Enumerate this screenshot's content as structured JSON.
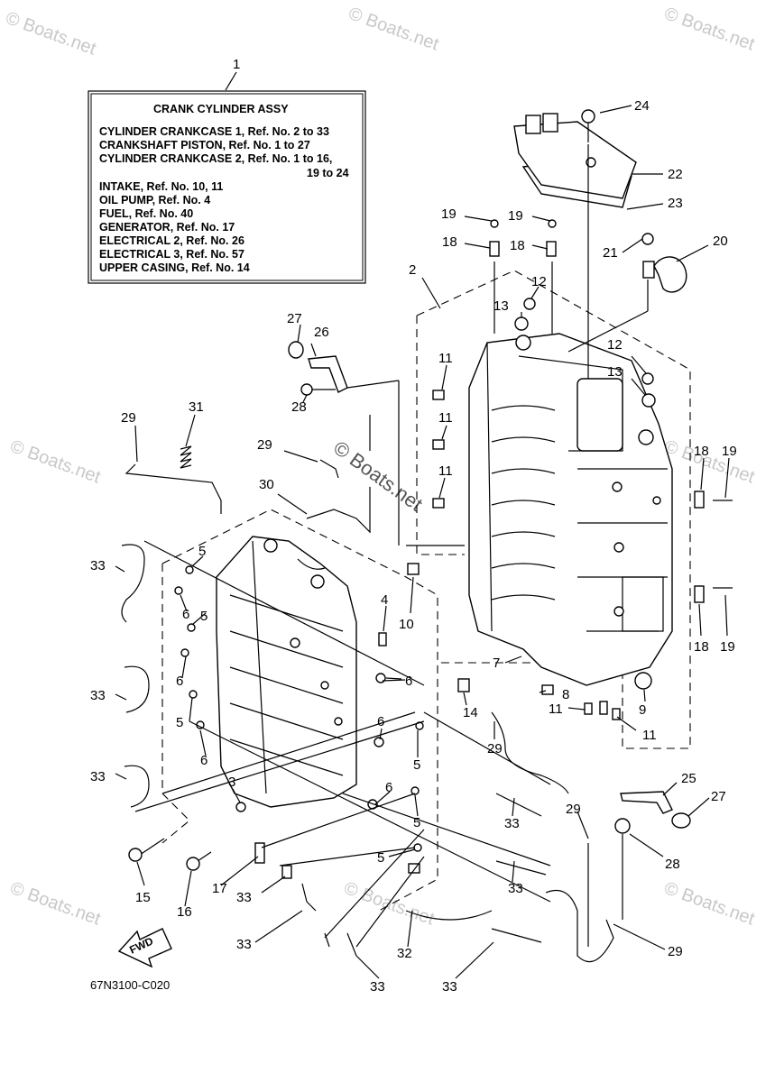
{
  "diagram_code": "67N3100-C020",
  "watermark": "© Boats.net",
  "title_box": {
    "ref_no": "1",
    "title": "CRANK CYLINDER ASSY",
    "lines": [
      "CYLINDER CRANKCASE 1, Ref. No. 2 to 33",
      "CRANKSHAFT PISTON,       Ref. No. 1 to 27",
      "CYLINDER CRANKCASE 2, Ref. No. 1 to 16,",
      "19 to 24",
      "INTAKE,      Ref. No. 10, 11",
      "OIL PUMP, Ref. No. 4",
      "FUEL,          Ref. No. 40",
      "GENERATOR, Ref. No. 17",
      "ELECTRICAL 2,   Ref. No. 26",
      "ELECTRICAL 3,   Ref. No. 57",
      "UPPER CASING, Ref. No. 14"
    ]
  },
  "fwd_label": "FWD",
  "callouts": [
    "24",
    "22",
    "23",
    "19",
    "19",
    "18",
    "18",
    "21",
    "20",
    "2",
    "12",
    "13",
    "27",
    "26",
    "12",
    "13",
    "11",
    "11",
    "11",
    "28",
    "31",
    "29",
    "29",
    "30",
    "18",
    "19",
    "5",
    "33",
    "6",
    "5",
    "10",
    "4",
    "6",
    "18",
    "19",
    "33",
    "6",
    "5",
    "7",
    "14",
    "8",
    "9",
    "11",
    "11",
    "6",
    "29",
    "5",
    "33",
    "6",
    "5",
    "3",
    "6",
    "33",
    "29",
    "25",
    "27",
    "5",
    "33",
    "15",
    "16",
    "17",
    "33",
    "28",
    "32",
    "33",
    "33",
    "33",
    "29"
  ]
}
